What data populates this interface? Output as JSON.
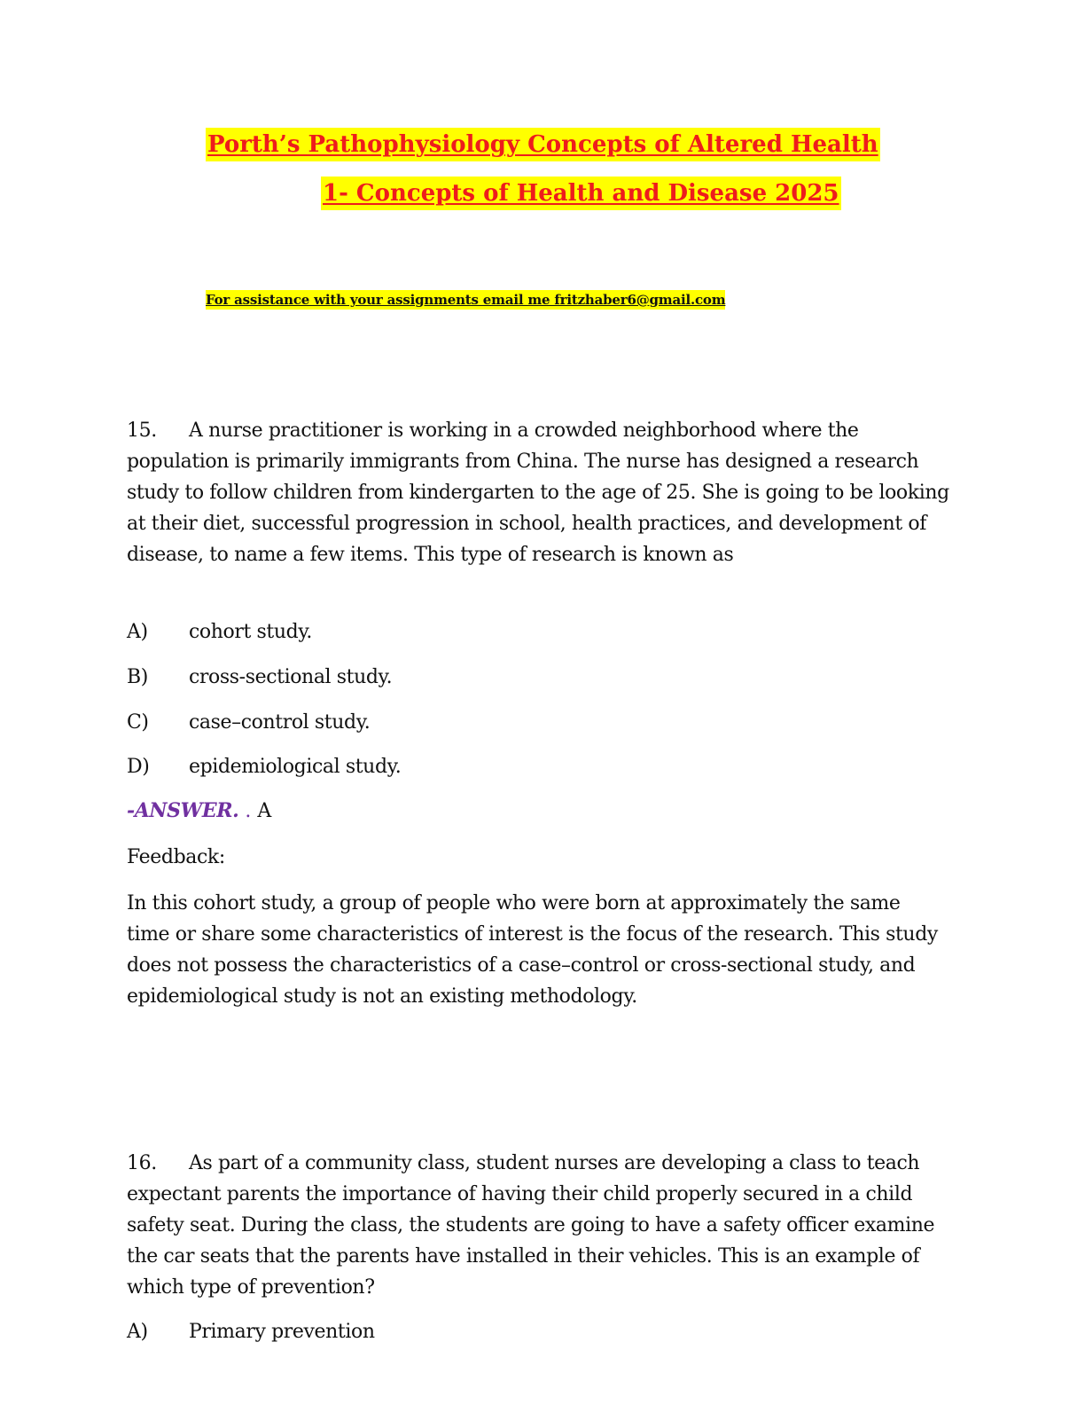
{
  "header": {
    "title_line1": "Porth’s Pathophysiology Concepts of Altered Health",
    "title_line2": "1- Concepts of Health and Disease 2025",
    "contact": "For assistance with your assignments email me fritzhaber6@gmail.com"
  },
  "questions": [
    {
      "number": "15.",
      "text": "A nurse practitioner is working in a crowded neighborhood where the population is primarily immigrants from China. The nurse has designed a research study to follow children from kindergarten to the age of 25. She is going to be looking at their diet, successful progression in school, health practices, and development of disease, to name a few items. This type of research is known as",
      "options": [
        {
          "letter": "A)",
          "text": "cohort study."
        },
        {
          "letter": "B)",
          "text": "cross-sectional study."
        },
        {
          "letter": "C)",
          "text": "case–control study."
        },
        {
          "letter": "D)",
          "text": "epidemiological study."
        }
      ],
      "answer_label": "-ANSWER.",
      "answer_sep": ".",
      "answer_value": "A",
      "feedback_label": "Feedback:",
      "feedback_text": "In this cohort study, a group of people who were born at approximately the same time or share some characteristics of interest is the focus of the research. This study does not possess the characteristics of a case–control or cross-sectional study, and epidemiological study is not an existing methodology."
    },
    {
      "number": "16.",
      "text": "As part of a community class, student nurses are developing a class to teach expectant parents the importance of having their child properly secured in a child safety seat. During the class, the students are going to have a safety officer examine the car seats that the parents have installed in their vehicles. This is an example of which type of prevention?",
      "options": [
        {
          "letter": "A)",
          "text": "Primary prevention"
        }
      ]
    }
  ]
}
